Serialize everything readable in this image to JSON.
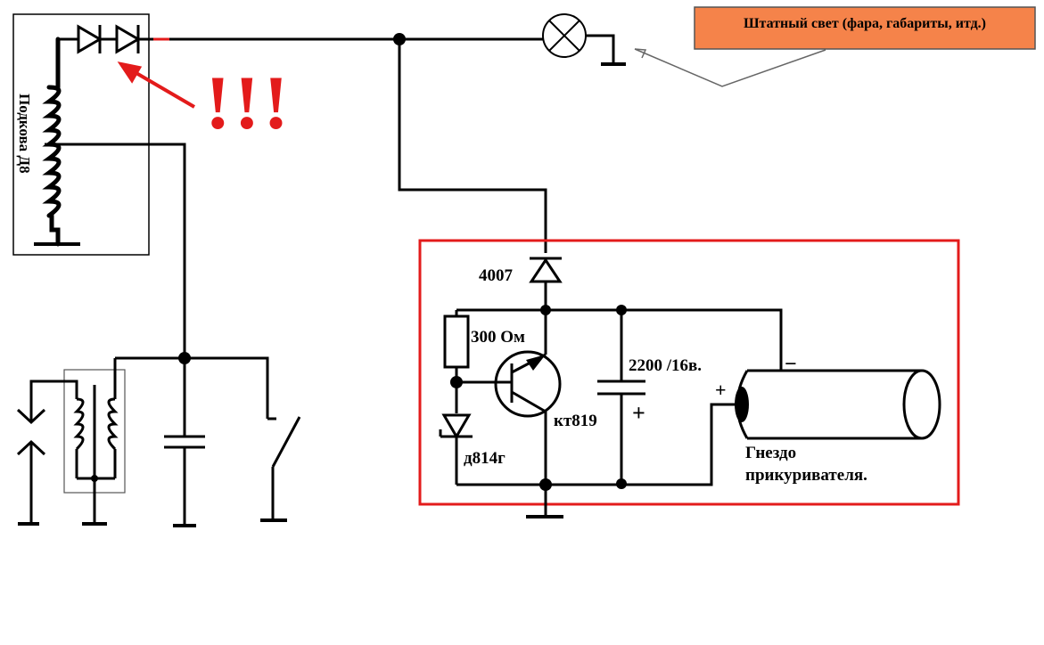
{
  "labels": {
    "magneto": "Подкова Д8",
    "callout": "Штатный свет (фара, габариты, итд.)",
    "exclamation": "!!!",
    "diode": "4007",
    "resistor": "300 Ом",
    "capacitor": "2200 /16в.",
    "cap_plus": "+",
    "transistor": "кт819",
    "zener": "д814г",
    "socket_minus": "−",
    "socket_plus": "+",
    "socket": "Гнездо прикуривателя."
  },
  "colors": {
    "wire": "#000000",
    "highlight": "#e31b1b",
    "callout_fill": "#f5834a"
  }
}
